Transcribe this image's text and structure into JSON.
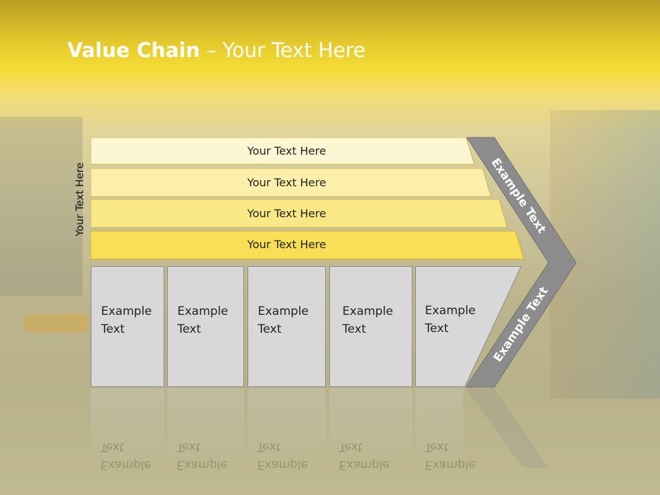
{
  "slide": {
    "title_bold": "Value Chain",
    "title_rest": " – Your Text Here",
    "side_label": "Your Text Here",
    "rows": [
      {
        "label": "Your Text Here",
        "color": "#fdf6d3"
      },
      {
        "label": "Your Text Here",
        "color": "#fcefab"
      },
      {
        "label": "Your Text Here",
        "color": "#fae886"
      },
      {
        "label": "Your Text Here",
        "color": "#f8df55"
      }
    ],
    "boxes": [
      {
        "line1": "Example",
        "line2": "Text"
      },
      {
        "line1": "Example",
        "line2": "Text"
      },
      {
        "line1": "Example",
        "line2": "Text"
      },
      {
        "line1": "Example",
        "line2": "Text"
      },
      {
        "line1": "Example",
        "line2": "Text"
      }
    ],
    "arrow_top_text": "Example Text",
    "arrow_bottom_text": "Example Text",
    "colors": {
      "arrow": "#8c8c8c",
      "box": "#d8d8d8",
      "title_band": "#f5dd36"
    }
  }
}
